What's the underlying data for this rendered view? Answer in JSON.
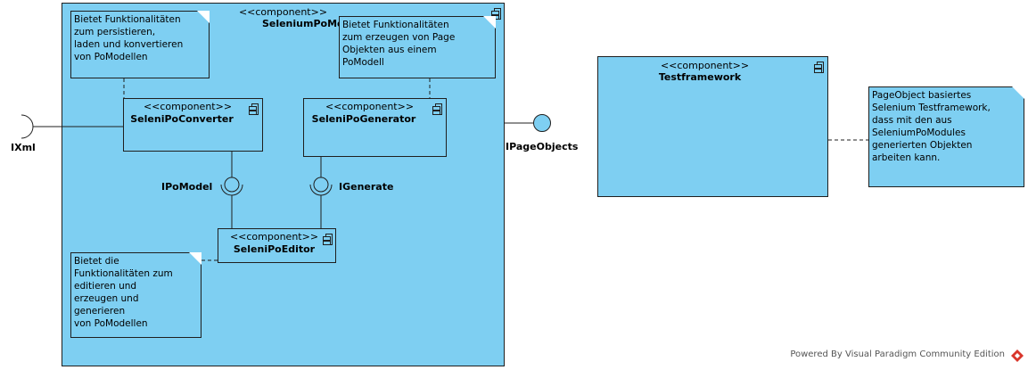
{
  "stereotype": "<<component>>",
  "components": {
    "selenium_po_modules": "SeleniumPoModules",
    "converter": "SeleniPoConverter",
    "generator": "SeleniPoGenerator",
    "editor": "SeleniPoEditor",
    "testframework": "Testframework"
  },
  "notes": {
    "modules": "Bietet Funktionalitäten\nzum persistieren,\nladen und konvertieren\nvon PoModellen",
    "generator": "Bietet Funktionalitäten\nzum erzeugen von Page\nObjekten aus einem\nPoModell",
    "editor": "Bietet die\nFunktionalitäten zum\neditieren und\nerzeugen und\ngenerieren\nvon PoModellen",
    "testframework": "PageObject basiertes\nSelenium Testframework,\ndass mit den aus\nSeleniumPoModules\ngenerierten Objekten\narbeiten kann."
  },
  "interfaces": {
    "ixml": "IXml",
    "ipoModel": "IPoModel",
    "igenerate": "IGenerate",
    "ipageObjects": "IPageObjects"
  },
  "footer": "Powered By Visual Paradigm Community Edition",
  "colors": {
    "fill": "#7ecff2",
    "stroke": "#1f1f1f",
    "logo": "#d9362b"
  }
}
